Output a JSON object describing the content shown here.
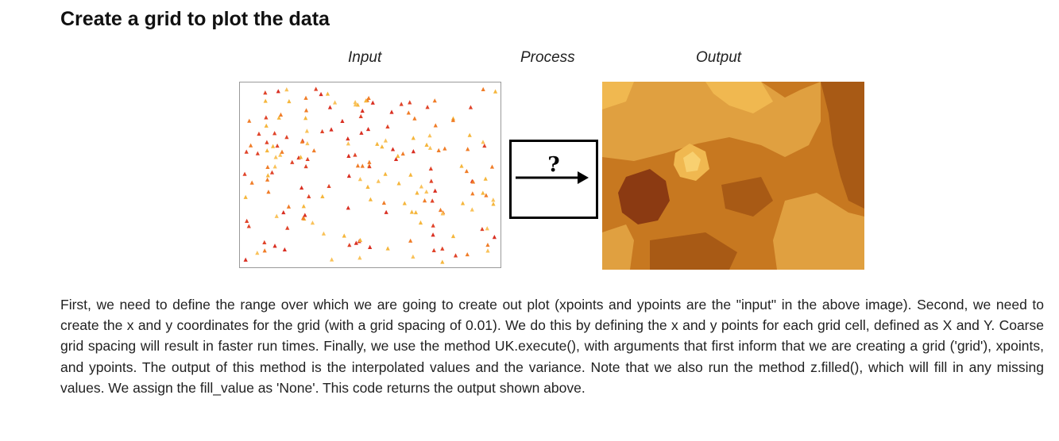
{
  "section": {
    "heading": "Create a grid to plot the data"
  },
  "figure": {
    "captions": {
      "input": "Input",
      "process": "Process",
      "output": "Output"
    },
    "process_symbol": "?",
    "input_marker_colors": [
      "#f5b63c",
      "#f07d28",
      "#e0442a",
      "#d92f22",
      "#f9c25a"
    ],
    "output_colors": {
      "base": "#c77820",
      "light": "#e0a040",
      "lighter": "#f0b850",
      "dark": "#a85a15",
      "darkest": "#8b3a12",
      "highlight": "#f8d070"
    }
  },
  "body": {
    "paragraph": "First, we need to define the range over which we are going to create out plot (xpoints and ypoints are the \"input\" in the above image). Second, we need to create the x and y coordinates for the grid (with a grid spacing of 0.01). We do this by defining the x and y points for each grid cell, defined as X and Y. Coarse grid spacing will result in faster run times. Finally, we use the method UK.execute(), with arguments that first inform that we are creating a grid ('grid'), xpoints, and ypoints. The output of this method is the interpolated values and the variance. Note that we also run the method z.filled(), which will fill in any missing values. We assign the fill_value as 'None'. This code returns the output shown above."
  }
}
